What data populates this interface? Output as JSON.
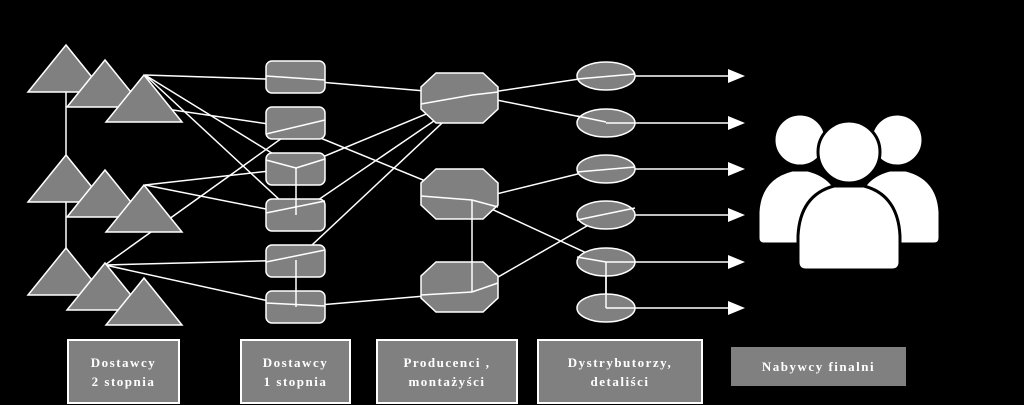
{
  "labels": {
    "tier2_suppliers": [
      "Dostawcy",
      "2 stopnia"
    ],
    "tier1_suppliers": [
      "Dostawcy",
      "1 stopnia"
    ],
    "producers": [
      "Producenci ,",
      "montażyści"
    ],
    "distributors": [
      "Dystrybutorzy,",
      "detaliści"
    ],
    "final_buyers": [
      "Nabywcy finalni"
    ]
  },
  "icons": {
    "tier2": "triangle-icon",
    "tier1": "rounded-rectangle-icon",
    "producers": "octagon-icon",
    "distributors": "ellipse-icon",
    "buyers": "people-group-icon",
    "arrows": "arrow-right-icon"
  },
  "colors": {
    "background": "#000000",
    "shape_fill": "#808080",
    "line": "#ffffff",
    "people": "#ffffff"
  }
}
